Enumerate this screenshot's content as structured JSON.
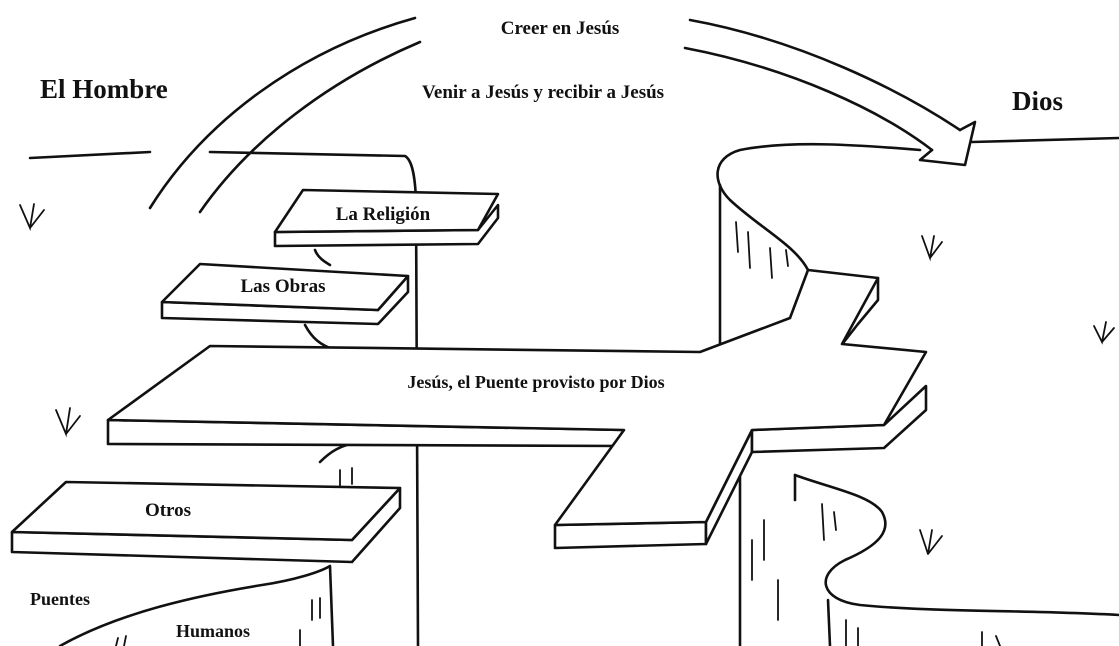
{
  "labels": {
    "man": "El Hombre",
    "god": "Dios",
    "believe": "Creer en Jesús",
    "come_receive": "Venir a Jesús y recibir a Jesús",
    "religion": "La Religión",
    "works": "Las Obras",
    "bridge": "Jesús, el Puente provisto por Dios",
    "others": "Otros",
    "human_bridges_1": "Puentes",
    "human_bridges_2": "Humanos"
  }
}
